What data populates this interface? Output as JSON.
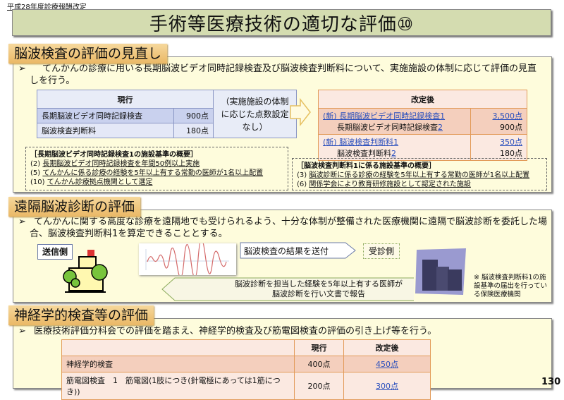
{
  "header": {
    "label": "平成28年度診療報酬改定",
    "title": "手術等医療技術の適切な評価⑩",
    "page_number": "130"
  },
  "section1": {
    "heading": "脳波検査の評価の見直し",
    "bullet": "てんかんの診療に用いる長期脳波ビデオ同時記録検査及び脳波検査判断料について、実施施設の体制に応じて評価の見直しを行う。",
    "current_table": {
      "header": "現行",
      "rows": [
        {
          "item": "長期脳波ビデオ同時記録検査",
          "points": "900点"
        },
        {
          "item": "脳波検査判断料",
          "points": "180点"
        }
      ],
      "note": "（実施施設の体制に応じた点数設定なし）"
    },
    "revised_table": {
      "header": "改定後",
      "groups": [
        {
          "new_item": "(新) 長期脳波ビデオ同時記録検査1",
          "new_points": "3,500点",
          "item": "長期脳波ビデオ同時記録検査",
          "suffix": "2",
          "points": "900点"
        },
        {
          "new_item": "(新) 脳波検査判断料1",
          "new_points": "350点",
          "item": "脳波検査判断料",
          "suffix": "2",
          "points": "180点"
        }
      ]
    },
    "criteria_left": {
      "title": "［長期脳波ビデオ同時記録検査1の施設基準の概要］",
      "items": [
        {
          "num": "(2)",
          "text": "長期脳波ビデオ同時記録検査を年間50例以上実施"
        },
        {
          "num": "(5)",
          "text": "てんかんに係る診療の経験を5年以上有する常勤の医師が1名以上配置"
        },
        {
          "num": "(10)",
          "text": "てんかん診療拠点機関として選定"
        }
      ]
    },
    "criteria_right": {
      "title": "［脳波検査判断料1に係る施設基準の概要］",
      "items": [
        {
          "num": "(3)",
          "text": "脳波診断に係る診療の経験を5年以上有する常勤の医師が1名以上配置"
        },
        {
          "num": "(6)",
          "text": "関係学会により教育研修施設として認定された施設"
        }
      ]
    }
  },
  "section2": {
    "heading": "遠隔脳波診断の評価",
    "bullet": "てんかんに関する高度な診療を遠隔地でも受けられるよう、十分な体制が整備された医療機関に遠隔で脳波診断を委託した場合、脳波検査判断料1を算定できることとする。",
    "sender_label": "送信側",
    "receiver_label": "受診側",
    "send_arrow_label": "脳波検査の結果を送付",
    "return_arrow_label": "脳波診断を担当した経験を5年以上有する医師が脳波診断を行い文書で報告",
    "note": "※ 脳波検査判断料1の施設基準の届出を行っている保険医療機関"
  },
  "section3": {
    "heading": "神経学的検査等の評価",
    "bullet": "医療技術評価分科会での評価を踏まえ、神経学的検査及び筋電図検査の評価の引き上げ等を行う。",
    "table": {
      "headers": [
        "",
        "現行",
        "改定後"
      ],
      "rows": [
        {
          "item": "神経学的検査",
          "current": "400点",
          "revised": "450点"
        },
        {
          "item": "筋電図検査　1　筋電図(1肢につき(針電極にあっては1筋につき))",
          "current": "200点",
          "revised": "300点"
        }
      ]
    }
  },
  "colors": {
    "title_bg": "#d4dcb0",
    "section_tab": "#eab866",
    "section_bg": "#fefcdc",
    "link_blue": "#2a4fbd",
    "table_blue": "#c9d1ee",
    "table_orange": "#f4cfbd"
  }
}
